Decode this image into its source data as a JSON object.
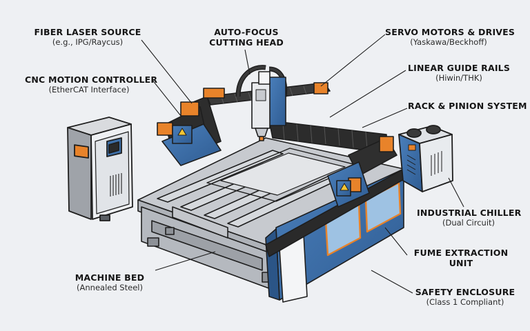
{
  "labels": {
    "fiber_laser": {
      "title": "FIBER LASER SOURCE",
      "sub": "(e.g., IPG/Raycus)"
    },
    "cnc_controller": {
      "title": "CNC MOTION CONTROLLER",
      "sub": "(EtherCAT Interface)"
    },
    "autofocus": {
      "title1": "AUTO-FOCUS",
      "title2": "CUTTING HEAD"
    },
    "servo": {
      "title": "SERVO MOTORS & DRIVES",
      "sub": "(Yaskawa/Beckhoff)"
    },
    "rails": {
      "title": "LINEAR GUIDE RAILS",
      "sub": "(Hiwin/THK)"
    },
    "rack": {
      "title": "RACK & PINION SYSTEM"
    },
    "chiller": {
      "title": "INDUSTRIAL CHILLER",
      "sub": "(Dual Circuit)"
    },
    "fume": {
      "title1": "FUME EXTRACTION",
      "title2": "UNIT"
    },
    "enclosure": {
      "title": "SAFETY ENCLOSURE",
      "sub": "(Class 1 Compliant)"
    },
    "bed": {
      "title": "MACHINE BED",
      "sub": "(Annealed Steel)"
    }
  },
  "colors": {
    "background": "#eef0f3",
    "machine_blue": "#3d6fa8",
    "accent_orange": "#e8832a",
    "frame_gray": "#b8bcc2",
    "outline": "#1e1e1e"
  }
}
